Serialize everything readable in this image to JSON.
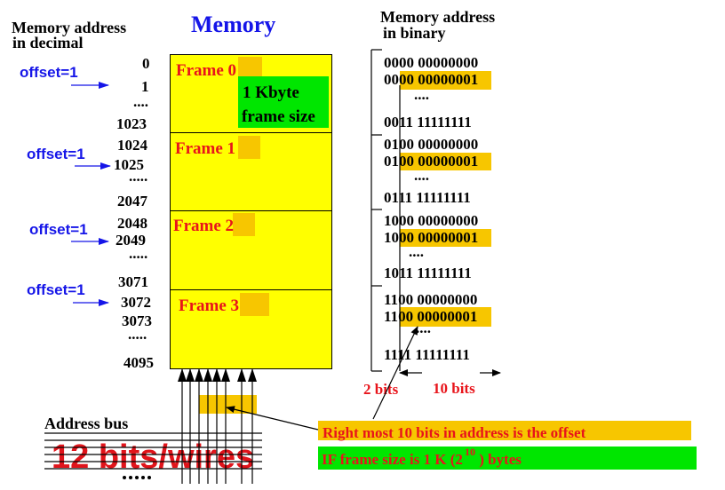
{
  "colors": {
    "frame_fill": "#ffff00",
    "highlight": "#f7c600",
    "green": "#00e600",
    "label_red": "#e8141b",
    "offset_blue": "#1515e8",
    "big_red": "#e0141b"
  },
  "headers": {
    "memory": "Memory",
    "decimal_line1": "Memory address",
    "decimal_line2": "in decimal",
    "binary_line1": "Memory address",
    "binary_line2": "in binary"
  },
  "frames": [
    {
      "label": "Frame 0"
    },
    {
      "label": "Frame 1"
    },
    {
      "label": "Frame 2"
    },
    {
      "label": "Frame 3"
    }
  ],
  "frame_size_note": {
    "line1": "1 Kbyte",
    "line2": "frame size"
  },
  "offset_label": "offset=1",
  "decimal_addresses": {
    "a0": "0",
    "a1": "1",
    "a1023": "1023",
    "a1024": "1024",
    "a1025": "1025",
    "a2047": "2047",
    "a2048": "2048",
    "a2049": "2049",
    "a3071": "3071",
    "a3072": "3072",
    "a3073": "3073",
    "a4095": "4095"
  },
  "binary_addresses": {
    "f0_first": [
      "00",
      "00 00000000"
    ],
    "f0_second": [
      "00",
      "00 00000001"
    ],
    "f0_last": [
      "00",
      "11 11111111"
    ],
    "f1_first": [
      "01",
      "00 00000000"
    ],
    "f1_second": [
      "01",
      "00 00000001"
    ],
    "f1_last": [
      "01",
      "11 11111111"
    ],
    "f2_first": [
      "10",
      "00 00000000"
    ],
    "f2_second": [
      "10",
      "00 00000001"
    ],
    "f2_last": [
      "10",
      "11 11111111"
    ],
    "f3_first": [
      "11",
      "00 00000000"
    ],
    "f3_second": [
      "11",
      "00 00000001"
    ],
    "f3_last": [
      "11",
      "11 11111111"
    ]
  },
  "bit_labels": {
    "two_bits": "2 bits",
    "ten_bits": "10 bits"
  },
  "address_bus": {
    "label": "Address bus",
    "wires_text": "12 bits/wires"
  },
  "notes": {
    "offset_note": "Right most 10 bits in address is the offset",
    "frame_size_prefix": "IF frame size is 1 K (2",
    "frame_size_exp": "10",
    "frame_size_suffix": " ) bytes"
  }
}
